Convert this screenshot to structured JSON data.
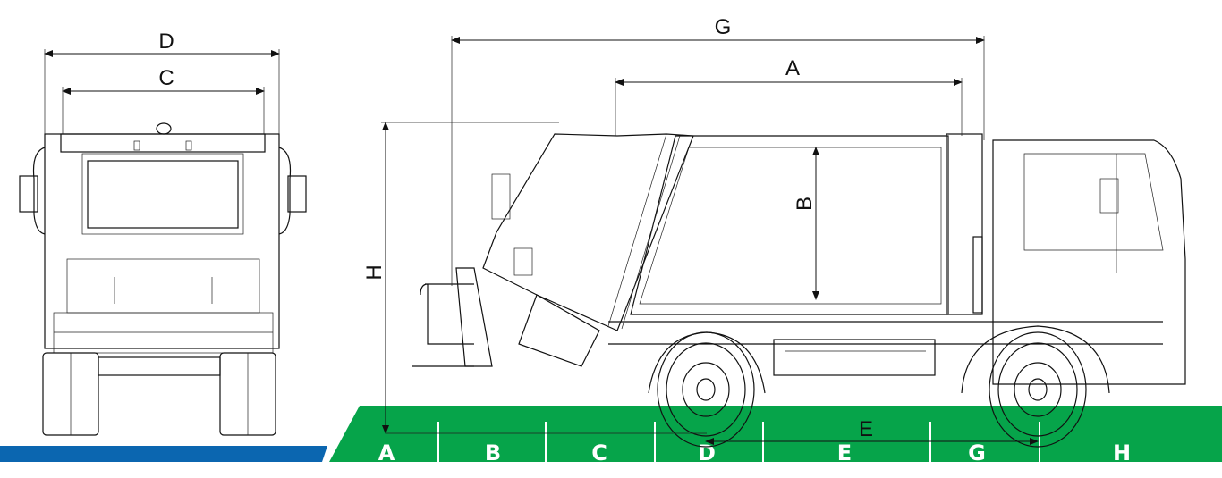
{
  "dimensions": {
    "front_view": {
      "outer_width": "D",
      "inner_width": "C"
    },
    "side_view": {
      "overall_length": "G",
      "body_length": "A",
      "body_height": "B",
      "overall_height": "H",
      "wheelbase": "E"
    }
  },
  "columns": [
    "A",
    "B",
    "C",
    "D",
    "E",
    "G",
    "H"
  ],
  "colors": {
    "band_green": "#06a44a",
    "band_blue": "#0b66b0"
  }
}
